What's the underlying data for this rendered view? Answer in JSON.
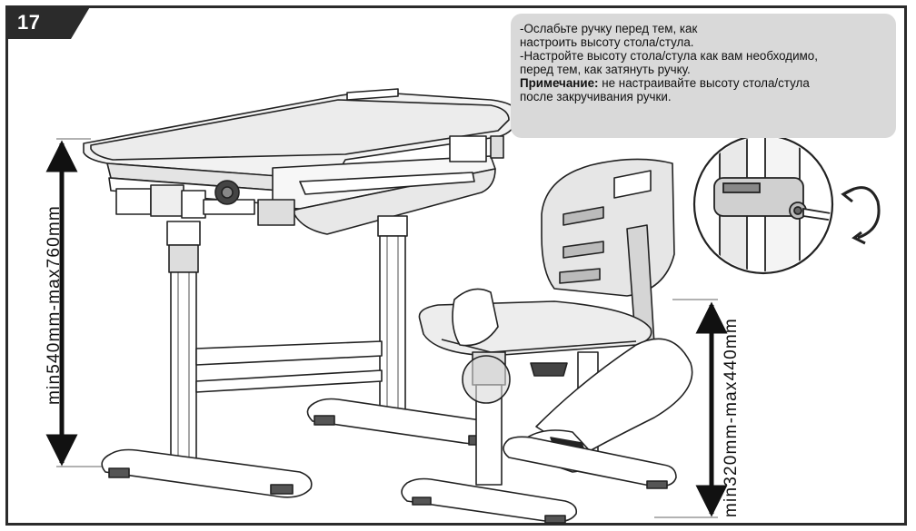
{
  "step": {
    "number": "17",
    "badge_color": "#2b2b2b"
  },
  "note": {
    "line1": "-Ослабьте ручку перед тем, как",
    "line2": "настроить высоту стола/стула.",
    "line3": "-Настройте высоту стола/стула как вам необходимо,",
    "line4": "перед тем, как затянуть ручку.",
    "note_label": "Примечание:",
    "note_text": " не настраивайте высоту стола/стула",
    "line6": "после закручивания ручки.",
    "background": "#d9d9d9"
  },
  "dimensions": {
    "desk_height": "min540mm-max760mm",
    "chair_height": "min320mm-max440mm"
  },
  "illustration": {
    "desk": "desk-illustration",
    "chair": "chair-illustration",
    "detail": "hex-key-clamp-detail",
    "rotation_icon": "rotate-arrows-icon"
  }
}
